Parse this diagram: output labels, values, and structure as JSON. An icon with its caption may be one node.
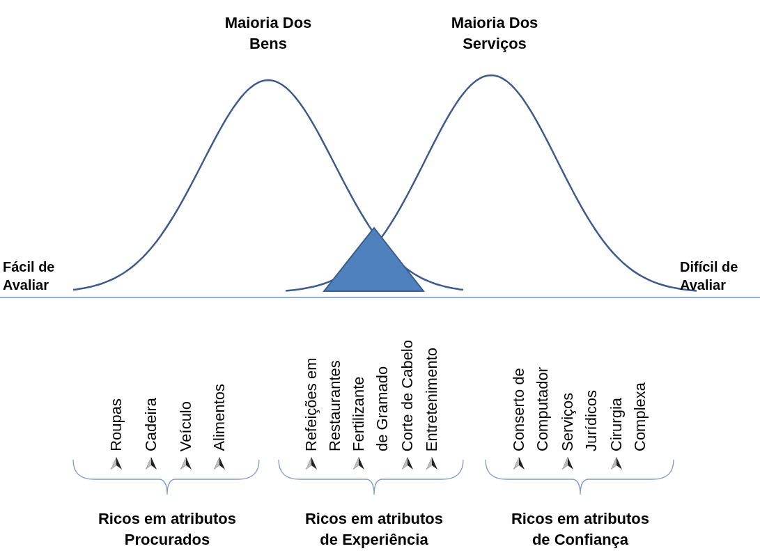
{
  "diagram": {
    "nodes": [
      {
        "text": [],
        "shape": "triangle"
      }
    ],
    "labels": [
      "Maioria Dos Bens",
      "Maioria Dos Serviços",
      "Fácil de Avaliar",
      "Difícil de Avaliar",
      "Roupas",
      "Cadeira",
      "Veículo",
      "Alimentos",
      "Refeições em Restaurantes",
      "Fertilizante de Gramado",
      "Corte de Cabelo",
      "Entretenimento",
      "Conserto de Computador",
      "Serviços Jurídicos",
      "Cirurgia Complexa",
      "Ricos em atributos Procurados",
      "Ricos em atributos de Experiência",
      "Ricos em atributos de Confiança"
    ]
  }
}
